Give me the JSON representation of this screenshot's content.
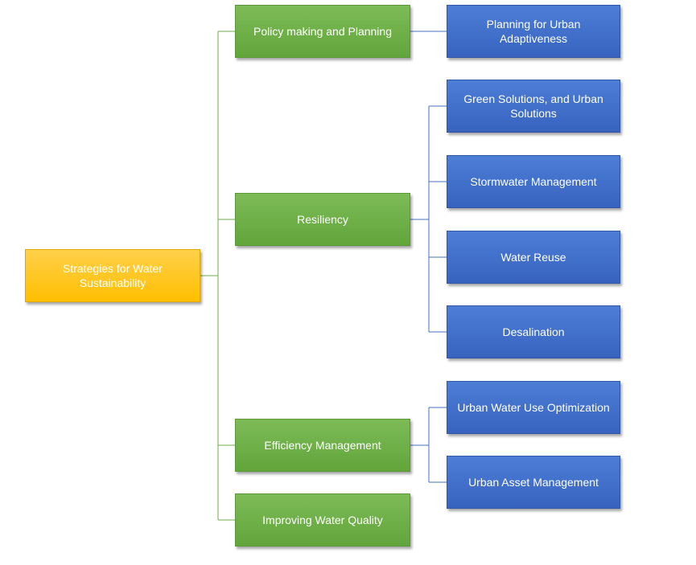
{
  "colors": {
    "root": "#ffc000",
    "level1": "#70ad47",
    "level2": "#4472c4",
    "connector_green": "#70ad47",
    "connector_blue": "#4472c4"
  },
  "root": {
    "label": "Strategies for Water Sustainability"
  },
  "branches": [
    {
      "label": "Policy making and Planning",
      "children": [
        "Planning for Urban Adaptiveness"
      ]
    },
    {
      "label": "Resiliency",
      "children": [
        "Green Solutions, and Urban Solutions",
        "Stormwater Management",
        "Water Reuse",
        "Desalination"
      ]
    },
    {
      "label": "Efficiency Management",
      "children": [
        "Urban Water Use Optimization",
        "Urban Asset Management"
      ]
    },
    {
      "label": "Improving Water Quality",
      "children": []
    }
  ]
}
